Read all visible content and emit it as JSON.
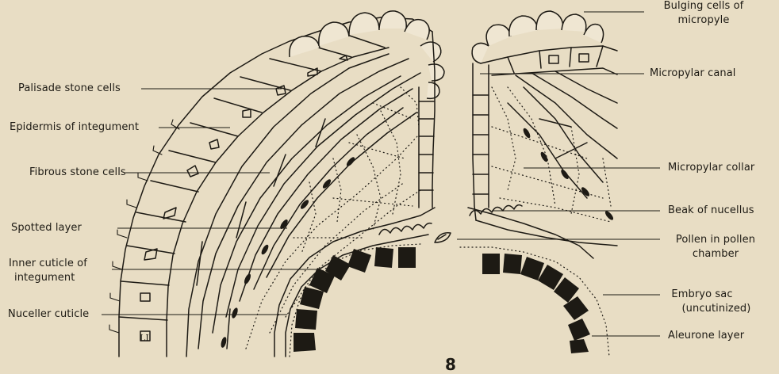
{
  "figure_number": "8",
  "labels": {
    "palisade": "Palisade stone cells",
    "epidermis": "Epidermis of integument",
    "fibrous": "Fibrous stone cells",
    "spotted": "Spotted layer",
    "inner_cuticle_1": "Inner cuticle of",
    "inner_cuticle_2": "integument",
    "nuceller": "Nuceller cuticle",
    "bulging_1": "Bulging cells of",
    "bulging_2": "micropyle",
    "micropylar_canal": "Micropylar canal",
    "micropylar_collar": "Micropylar  collar",
    "beak": "Beak of nucellus",
    "pollen_1": "Pollen in pollen",
    "pollen_2": "chamber",
    "embryo_1": "Embryo sac",
    "embryo_2": "(uncutinized)",
    "aleurone": "Aleurone layer"
  },
  "cell_glyph": "LI"
}
